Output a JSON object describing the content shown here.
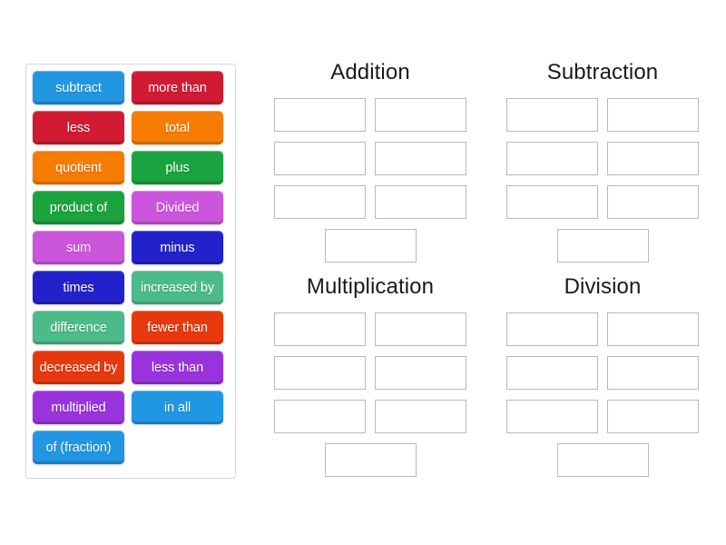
{
  "activity": {
    "type": "drag-and-drop-group-sort",
    "background_color": "#ffffff"
  },
  "tile_bank": {
    "name": "word-tile-bank",
    "border_color": "#d6d6d6",
    "tiles": [
      {
        "label": "subtract",
        "color": "#2196e3"
      },
      {
        "label": "more than",
        "color": "#d01b33"
      },
      {
        "label": "less",
        "color": "#d01b33"
      },
      {
        "label": "total",
        "color": "#f57c00"
      },
      {
        "label": "quotient",
        "color": "#f57c00"
      },
      {
        "label": "plus",
        "color": "#1aa33f"
      },
      {
        "label": "product of",
        "color": "#1aa33f"
      },
      {
        "label": "Divided",
        "color": "#cc55dd"
      },
      {
        "label": "sum",
        "color": "#cc55dd"
      },
      {
        "label": "minus",
        "color": "#2222cc"
      },
      {
        "label": "times",
        "color": "#2222cc"
      },
      {
        "label": "increased by",
        "color": "#4cbb8a"
      },
      {
        "label": "difference",
        "color": "#4cbb8a"
      },
      {
        "label": "fewer than",
        "color": "#e8380d"
      },
      {
        "label": "decreased by",
        "color": "#e8380d"
      },
      {
        "label": "less than",
        "color": "#9933dd"
      },
      {
        "label": "multiplied",
        "color": "#9933dd"
      },
      {
        "label": "in all",
        "color": "#2196e3"
      },
      {
        "label": "of (fraction)",
        "color": "#2196e3"
      }
    ]
  },
  "categories": [
    {
      "title": "Addition",
      "slot_count": 7,
      "slot_layout": [
        2,
        2,
        2,
        1
      ],
      "slots": [
        "",
        "",
        "",
        "",
        "",
        "",
        ""
      ]
    },
    {
      "title": "Subtraction",
      "slot_count": 7,
      "slot_layout": [
        2,
        2,
        2,
        1
      ],
      "slots": [
        "",
        "",
        "",
        "",
        "",
        "",
        ""
      ]
    },
    {
      "title": "Multiplication",
      "slot_count": 7,
      "slot_layout": [
        2,
        2,
        2,
        1
      ],
      "slots": [
        "",
        "",
        "",
        "",
        "",
        "",
        ""
      ]
    },
    {
      "title": "Division",
      "slot_count": 7,
      "slot_layout": [
        2,
        2,
        2,
        1
      ],
      "slots": [
        "",
        "",
        "",
        "",
        "",
        "",
        ""
      ]
    }
  ]
}
